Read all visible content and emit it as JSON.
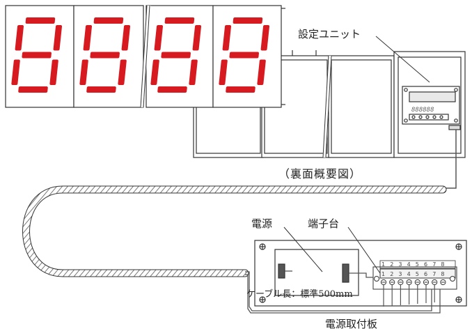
{
  "labels": {
    "setting_unit": "設定ユニット",
    "rear_view": "（裏面概要図）",
    "power_supply": "電源",
    "terminal_block": "端子台",
    "cable_length": "ケーブル長：標準500mm",
    "power_mount_plate": "電源取付板"
  },
  "unit_display": "888888",
  "terminal_numbers": [
    "1",
    "2",
    "3",
    "4",
    "5",
    "6",
    "7",
    "8"
  ],
  "digit_count": 4,
  "colors": {
    "segment": "#d71920",
    "line": "#333333",
    "panel_fill": "#ffffff",
    "lcd_fill": "#e9e9e9"
  }
}
